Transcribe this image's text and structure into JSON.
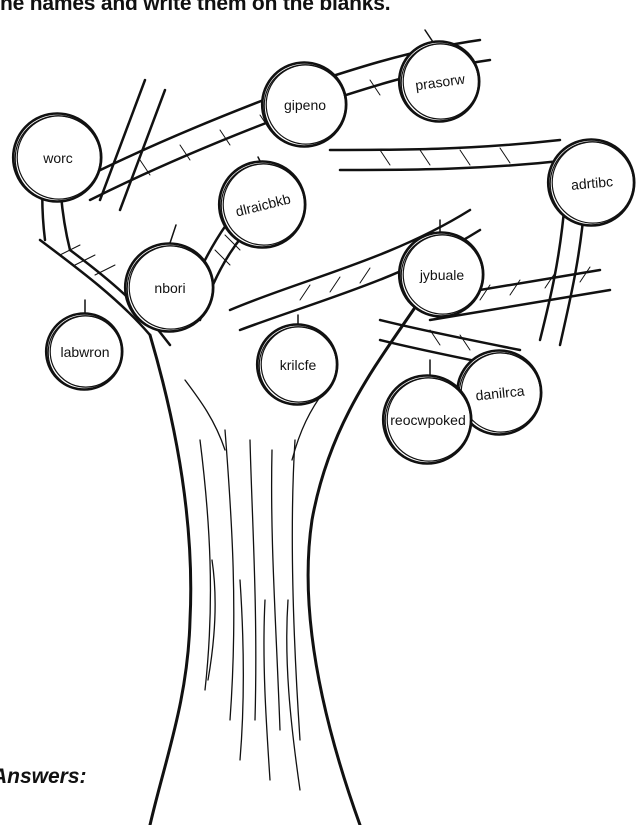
{
  "instruction": "he names and write them on the blanks.",
  "answers_label": "Answers:",
  "words": [
    {
      "id": "worc",
      "text": "worc"
    },
    {
      "id": "gipeno",
      "text": "gipeno"
    },
    {
      "id": "prasorw",
      "text": "prasorw"
    },
    {
      "id": "adrtibc",
      "text": "adrtibc"
    },
    {
      "id": "dlraicbkb",
      "text": "dlraicbkb"
    },
    {
      "id": "nbori",
      "text": "nbori"
    },
    {
      "id": "jybuale",
      "text": "jybuale"
    },
    {
      "id": "labwron",
      "text": "labwron"
    },
    {
      "id": "krilcfe",
      "text": "krilcfe"
    },
    {
      "id": "danilrca",
      "text": "danilrca"
    },
    {
      "id": "reocwpoked",
      "text": "reocwpoked"
    }
  ]
}
